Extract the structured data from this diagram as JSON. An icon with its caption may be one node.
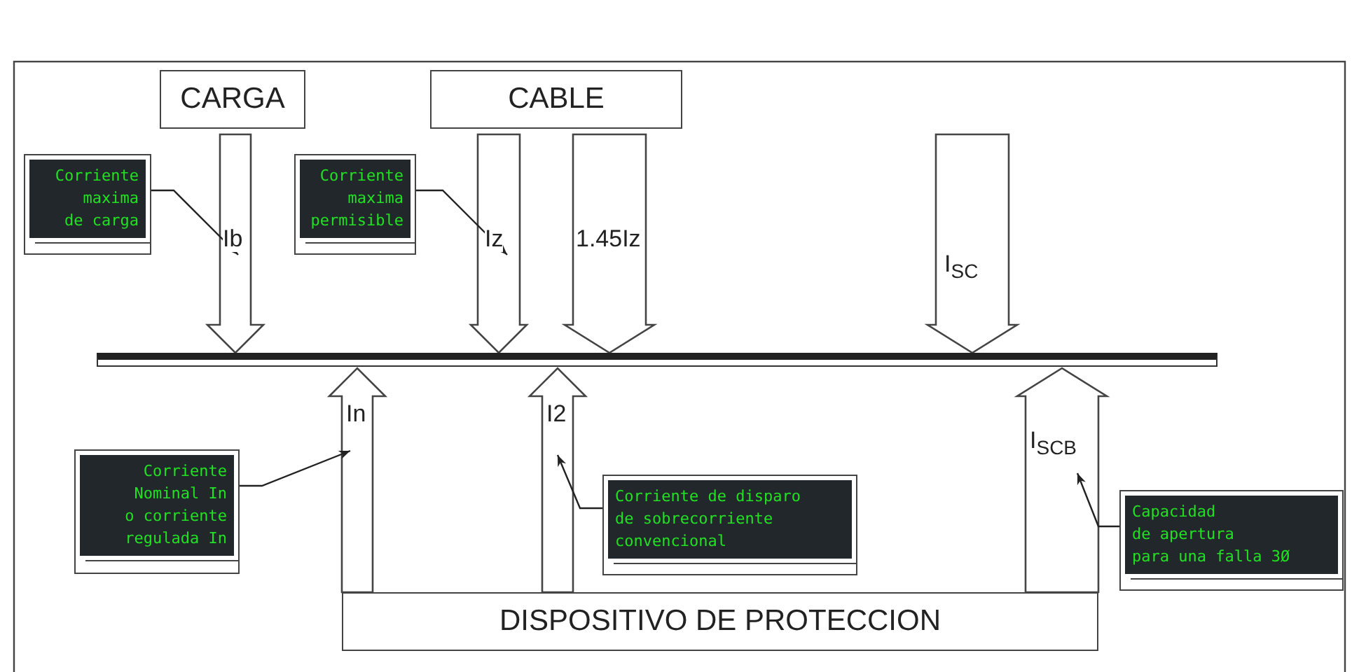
{
  "diagram": {
    "nodes": [
      {
        "text": [
          "CARGA"
        ]
      },
      {
        "text": [
          "CABLE"
        ]
      },
      {
        "text": [
          "Corriente maxima de carga"
        ]
      },
      {
        "text": [
          "Corriente maxima permisible"
        ]
      },
      {
        "text": [],
        "shape": "bar"
      },
      {
        "text": [
          "Corriente Nominal In o corriente regulada In"
        ]
      },
      {
        "text": [
          "Corriente de disparo de sobrecorriente convencional"
        ]
      },
      {
        "text": [
          "Capacidad de apertura para una falla 3Ø"
        ]
      },
      {
        "text": [
          "DISPOSITIVO DE PROTECCION"
        ]
      }
    ],
    "edges": [
      {
        "from": 0,
        "to": 4,
        "arrow": "to",
        "label": "Ib"
      },
      {
        "from": 1,
        "to": 4,
        "arrow": "to",
        "label": "Iz"
      },
      {
        "from": 1,
        "to": 4,
        "arrow": "to",
        "label": "1.45Iz"
      },
      {
        "from": null,
        "to": 4,
        "arrow": "to",
        "label": "I$_{SC}$"
      },
      {
        "from": 8,
        "to": 4,
        "arrow": "to",
        "label": "In"
      },
      {
        "from": 8,
        "to": 4,
        "arrow": "to",
        "label": "I2"
      },
      {
        "from": 8,
        "to": 4,
        "arrow": "to",
        "label": "I$_{SCB}$"
      },
      {
        "from": 2,
        "to": null,
        "arrow": "to"
      },
      {
        "from": 3,
        "to": null,
        "arrow": "to"
      },
      {
        "from": 5,
        "to": null,
        "arrow": "to"
      },
      {
        "from": 6,
        "to": null,
        "arrow": "to"
      },
      {
        "from": 7,
        "to": null,
        "arrow": "to"
      }
    ]
  }
}
